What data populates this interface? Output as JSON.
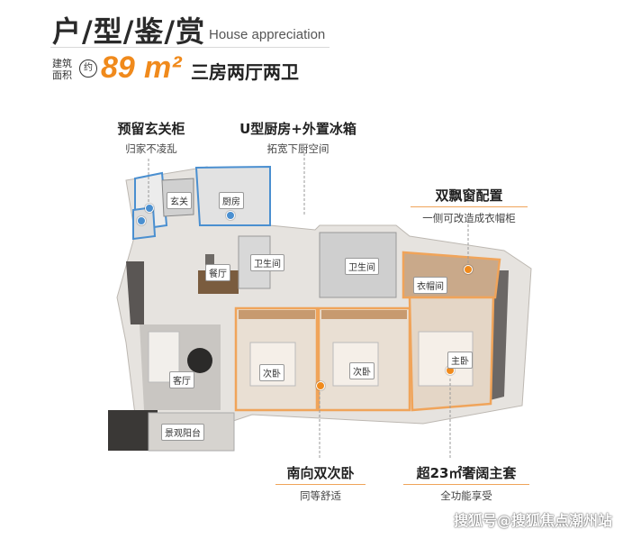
{
  "header": {
    "title": "户/型/鉴/赏",
    "subtitle_en": "House appreciation",
    "area_label": "建筑面积",
    "approx_mark": "约",
    "area_value": "89",
    "area_unit": "m²",
    "layout": "三房两厅两卫"
  },
  "callouts": {
    "foyer_cabinet": {
      "title": "预留玄关柜",
      "sub": "归家不凌乱"
    },
    "kitchen": {
      "title": "U型厨房+外置冰箱",
      "sub": "拓宽下厨空间"
    },
    "bay_window": {
      "title": "双飘窗配置",
      "sub": "一侧可改造成衣帽柜"
    },
    "south_bedrooms": {
      "title": "南向双次卧",
      "sub": "同等舒适"
    },
    "master_suite": {
      "title": "超23㎡奢阔主套",
      "sub": "全功能享受"
    }
  },
  "rooms": {
    "foyer": "玄关",
    "kitchen": "厨房",
    "bathroom_1": "卫生间",
    "bathroom_2": "卫生间",
    "dining": "餐厅",
    "closet": "衣帽间",
    "bedroom_2a": "次卧",
    "bedroom_2b": "次卧",
    "master": "主卧",
    "living": "客厅",
    "balcony": "景观阳台"
  },
  "colors": {
    "accent": "#f08a1c",
    "highlight_orange": "#f0a45a",
    "highlight_blue": "#4a8fd0"
  },
  "watermark": "搜狐号@搜狐焦点潮州站"
}
